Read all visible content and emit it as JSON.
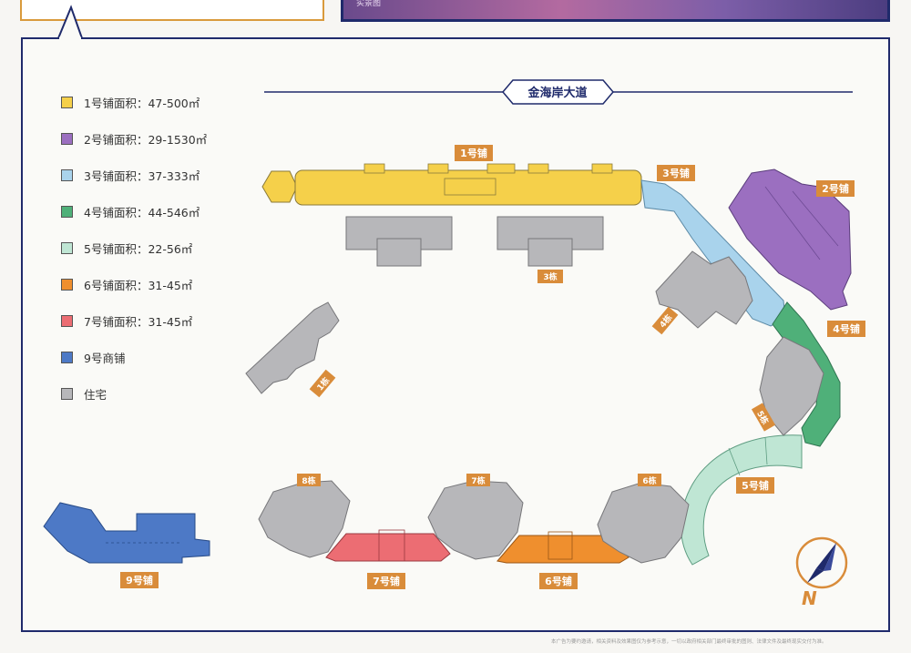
{
  "header": {
    "top_right_caption": "实景图"
  },
  "road": {
    "name": "金海岸大道"
  },
  "legend": [
    {
      "label": "1号铺面积：47-500㎡",
      "color": "#f5d04a"
    },
    {
      "label": "2号铺面积：29-1530㎡",
      "color": "#9b6fc0"
    },
    {
      "label": "3号铺面积：37-333㎡",
      "color": "#a9d3ec"
    },
    {
      "label": "4号铺面积：44-546㎡",
      "color": "#4fb079"
    },
    {
      "label": "5号铺面积：22-56㎡",
      "color": "#bfe6d4"
    },
    {
      "label": "6号铺面积：31-45㎡",
      "color": "#ef8f2e"
    },
    {
      "label": "7号铺面积：31-45㎡",
      "color": "#ec6d73"
    },
    {
      "label": "9号商铺",
      "color": "#4d79c6"
    },
    {
      "label": "住宅",
      "color": "#b7b7ba"
    }
  ],
  "shops": {
    "s1": "1号铺",
    "s2": "2号铺",
    "s3": "3号铺",
    "s4": "4号铺",
    "s5": "5号铺",
    "s6": "6号铺",
    "s7": "7号铺",
    "s9": "9号铺"
  },
  "buildings": {
    "b1": "1栋",
    "b3": "3栋",
    "b4": "4栋",
    "b5": "5栋",
    "b6": "6栋",
    "b7": "7栋",
    "b8": "8栋"
  },
  "compass": {
    "letter": "N"
  },
  "footer_note": "本广告为要约邀请，相关资料及效果图仅为参考示意，一切以政府相关部门最终审批的图则、法律文件及最终现实交付为准。"
}
